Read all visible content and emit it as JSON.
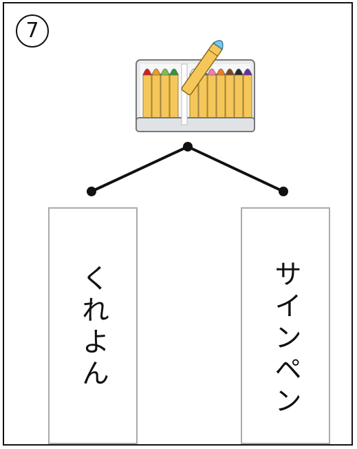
{
  "question": {
    "number": "7",
    "illustration": "crayon-box-icon",
    "options": [
      {
        "id": "left",
        "text": "くれよん"
      },
      {
        "id": "right",
        "text": "サインペン"
      }
    ]
  },
  "colors": {
    "crayons": [
      "#d81e1e",
      "#f29a1c",
      "#7cc142",
      "#2e9a3a",
      "#ffffff",
      "#2f5fbf",
      "#f07fa8",
      "#f07c20",
      "#7a4a1c",
      "#2a2a2a",
      "#6a2ea0"
    ]
  }
}
